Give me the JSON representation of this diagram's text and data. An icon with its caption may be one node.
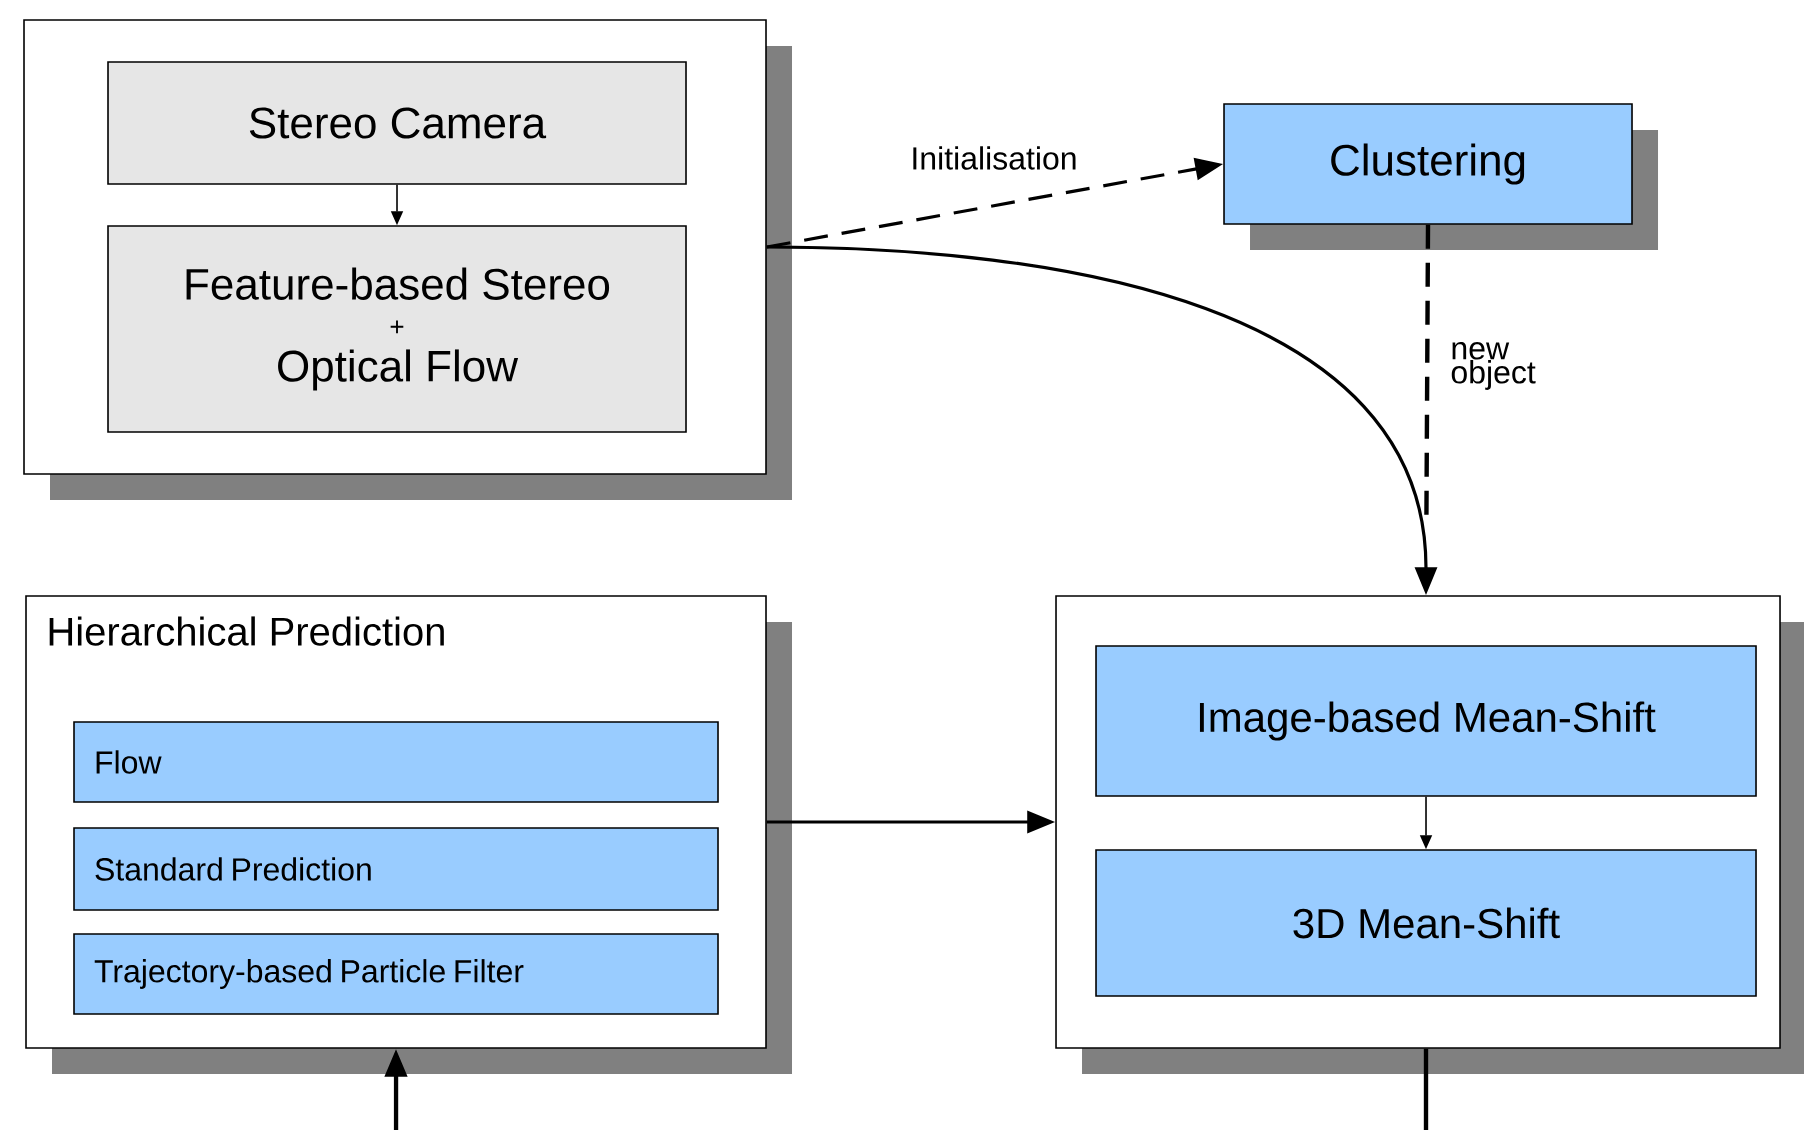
{
  "diagram": {
    "nodes": [
      {
        "text": [],
        "shape": "box"
      },
      {
        "text": [
          "Stereo Camera"
        ],
        "in": 0
      },
      {
        "text": [
          "Feature-based Stereo",
          "+",
          "Optical Flow"
        ],
        "in": 0
      },
      {
        "text": [
          "Clustering"
        ]
      },
      {
        "text": [
          "Hierarchical Prediction"
        ]
      },
      {
        "text": [
          "Flow"
        ],
        "in": 4
      },
      {
        "text": [
          "Standard Prediction"
        ],
        "in": 4
      },
      {
        "text": [
          "Trajectory-based Particle Filter"
        ],
        "in": 4
      },
      {
        "text": [],
        "shape": "box"
      },
      {
        "text": [
          "Image-based Mean-Shift"
        ],
        "in": 8
      },
      {
        "text": [
          "3D Mean-Shift"
        ],
        "in": 8
      }
    ],
    "edges": [
      {
        "from": 1,
        "to": 2,
        "arrow": "to"
      },
      {
        "from": 0,
        "to": 3,
        "arrow": "to",
        "label": "Initialisation",
        "style": "dashed"
      },
      {
        "from": 0,
        "to": 8,
        "arrow": "to"
      },
      {
        "from": 3,
        "to": 8,
        "arrow": "none",
        "label": "new object",
        "style": "dashed"
      },
      {
        "from": 4,
        "to": 8,
        "arrow": "to"
      },
      {
        "from": 9,
        "to": 10,
        "arrow": "to"
      },
      {
        "from": null,
        "to": 4,
        "arrow": "to"
      },
      {
        "from": 8,
        "to": null,
        "arrow": "none"
      }
    ]
  }
}
